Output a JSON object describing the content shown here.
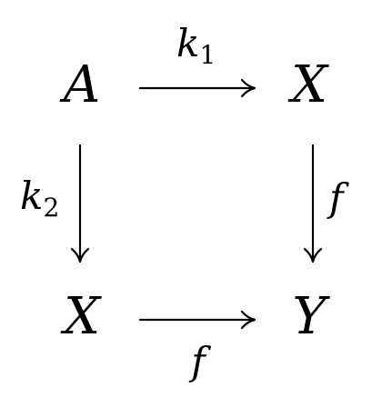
{
  "nodes": {
    "top_left": "A",
    "top_right": "X",
    "bottom_left": "X",
    "bottom_right": "Y"
  },
  "arrows": {
    "top": {
      "label_main": "k",
      "label_sub": "1"
    },
    "left": {
      "label_main": "k",
      "label_sub": "2"
    },
    "right": {
      "label_main": "f"
    },
    "bottom": {
      "label_main": "f"
    }
  }
}
